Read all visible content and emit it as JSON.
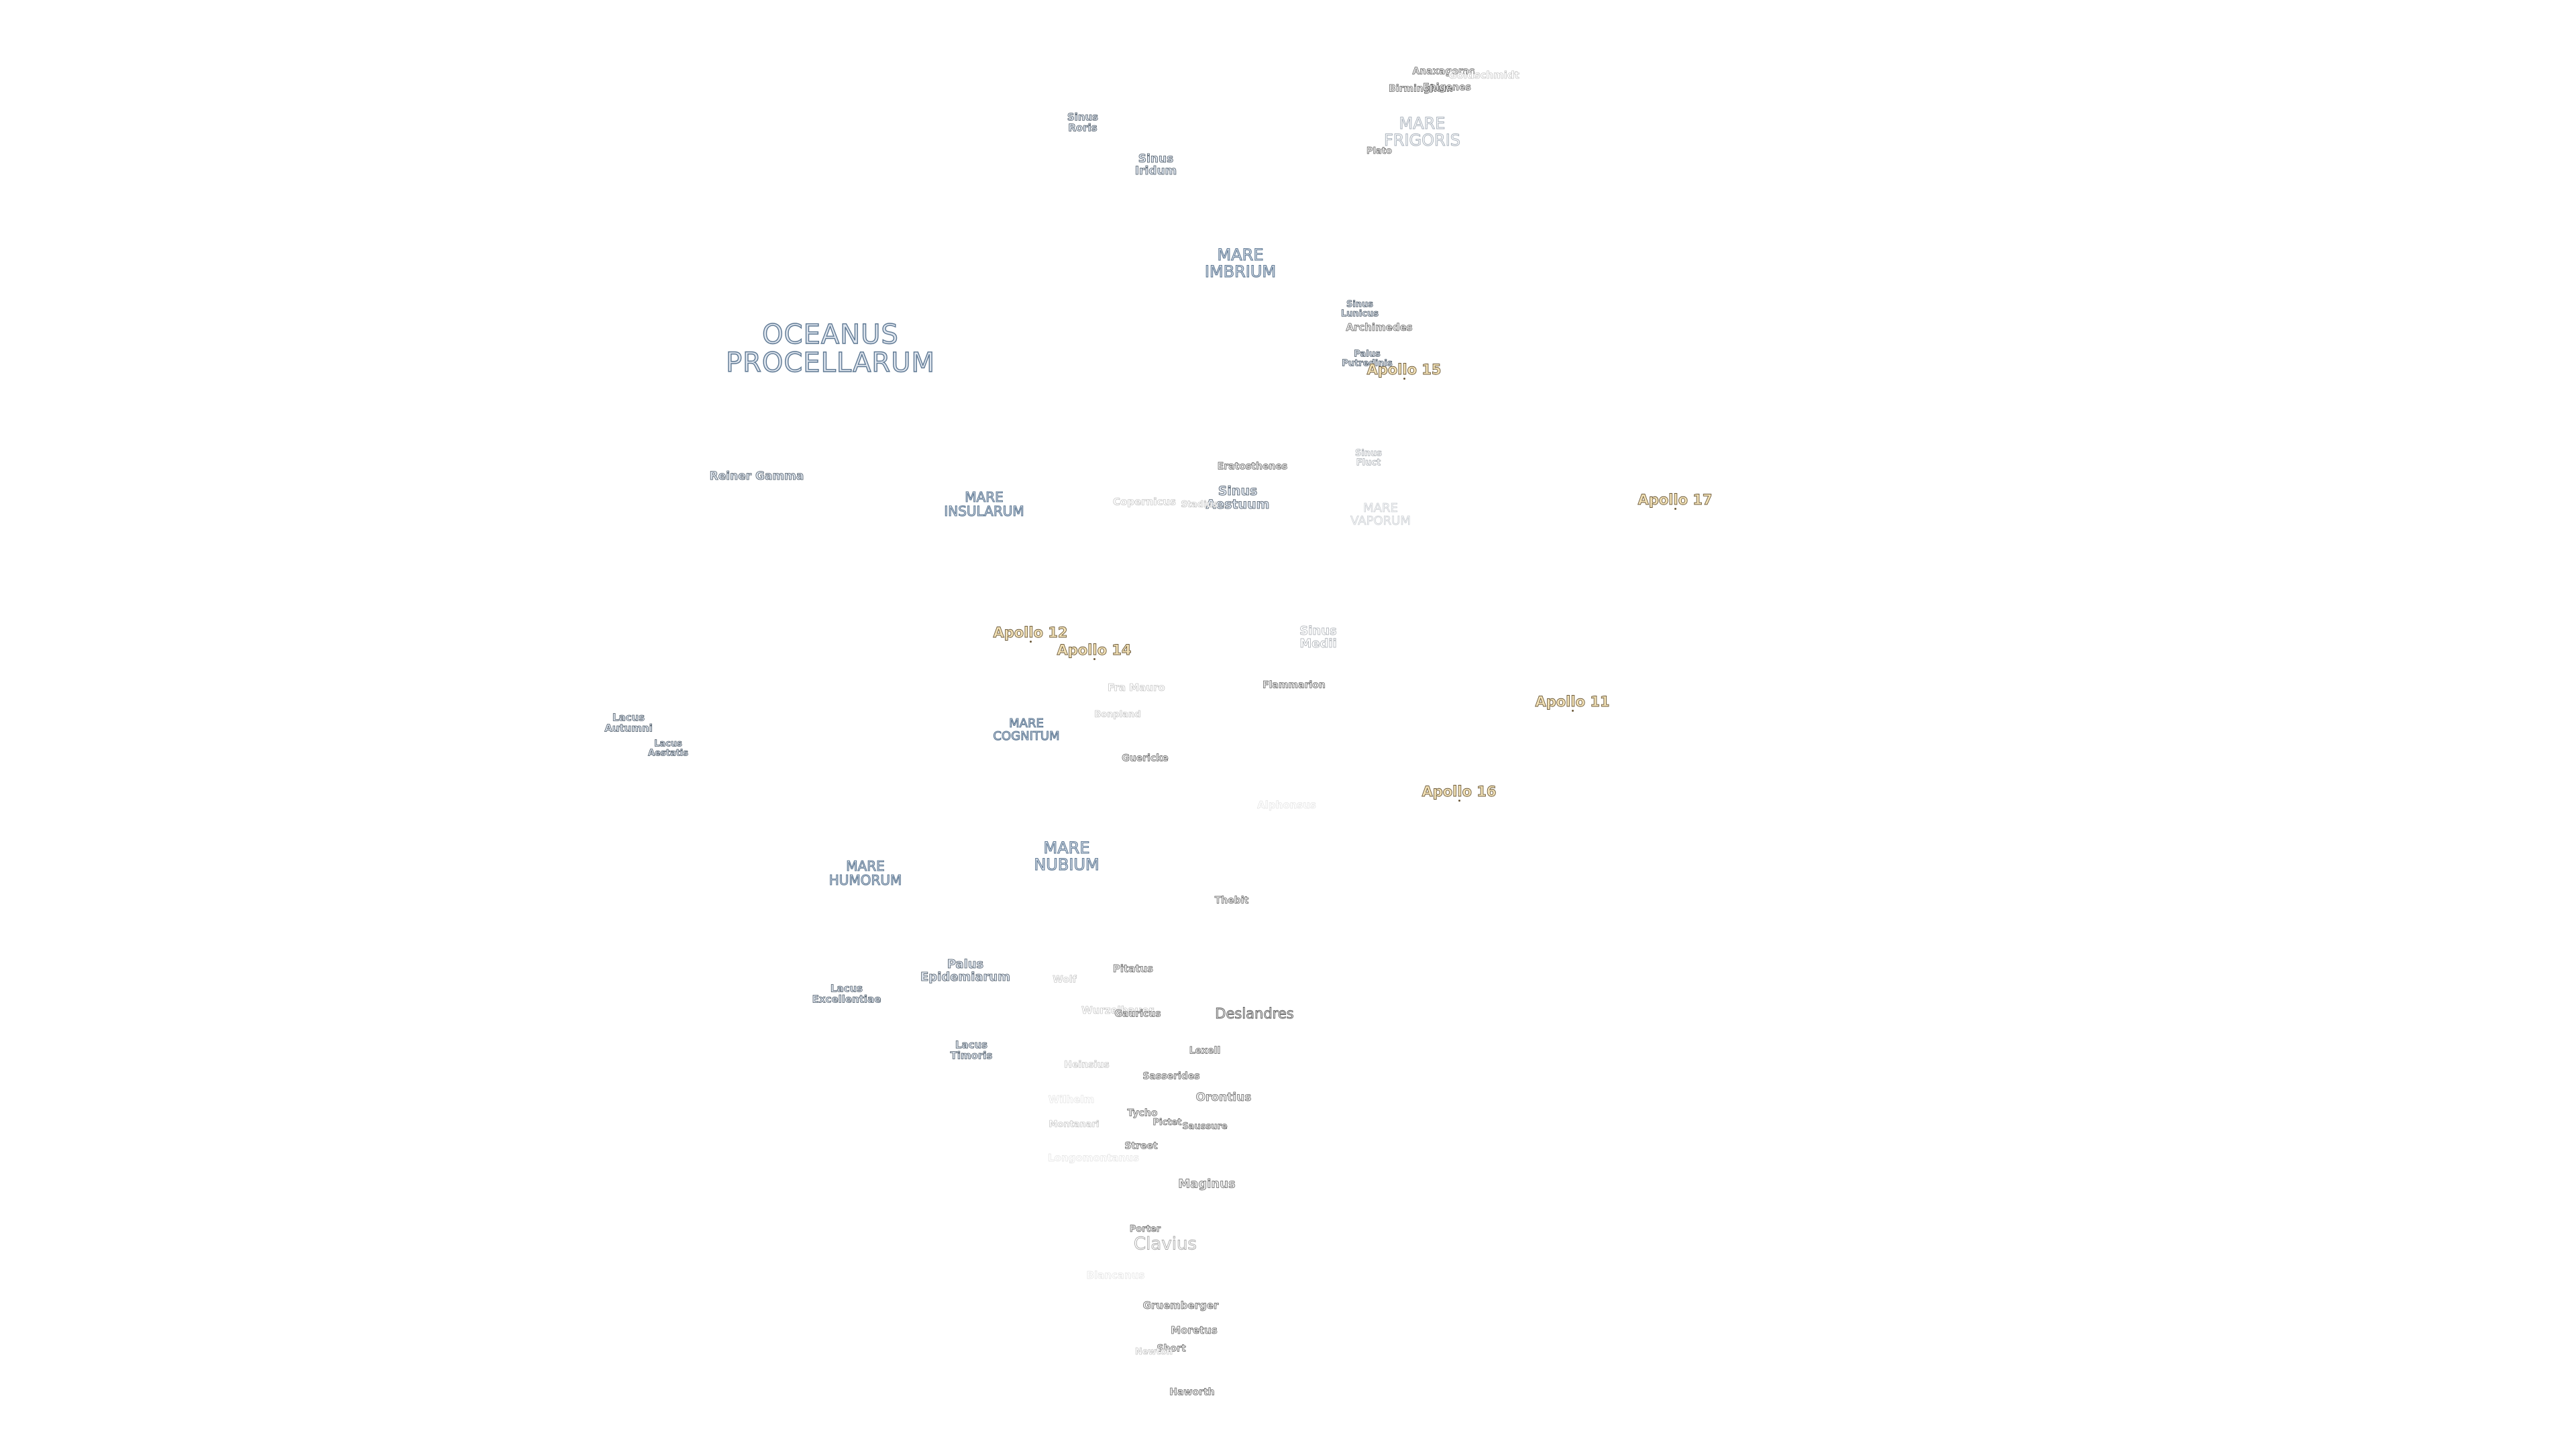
{
  "map": {
    "maria": {
      "oceanus_procellarum": "OCEANUS\nPROCELLARUM",
      "mare_imbrium": "MARE\nIMBRIUM",
      "mare_frigoris": "MARE\nFRIGORIS",
      "mare_insularum": "MARE\nINSULARUM",
      "mare_cognitum": "MARE\nCOGNITUM",
      "mare_nubium": "MARE\nNUBIUM",
      "mare_humorum": "MARE\nHUMORUM",
      "mare_vaporum": "MARE\nVAPORUM"
    },
    "small_features": {
      "sinus_roris": "Sinus\nRoris",
      "sinus_iridum": "Sinus\nIridum",
      "sinus_lunicus": "Sinus\nLunicus",
      "palus_putredinis": "Palus\nPutredinis",
      "sinus_aestuum": "Sinus\nAestuum",
      "sinus_fluct": "Sinus\nFluct",
      "sinus_medii": "Sinus\nMedii",
      "lacus_autumni": "Lacus\nAutumni",
      "lacus_aestatis": "Lacus\nAestatis",
      "palus_epidemiarum": "Palus\nEpidemiarum",
      "lacus_excellentiae": "Lacus\nExcellentiae",
      "lacus_timoris": "Lacus\nTimoris",
      "reiner_gamma": "Reiner Gamma"
    },
    "craters": {
      "anaxagoras": "Anaxagoras",
      "goldschmidt": "Goldschmidt",
      "birmingham": "Birmingham",
      "epigenes": "Epigenes",
      "plato": "Plato",
      "archimedes": "Archimedes",
      "eratosthenes": "Eratosthenes",
      "copernicus": "Copernicus",
      "stadius": "Stadius",
      "fra_mauro": "Fra Mauro",
      "bonpland": "Bonpland",
      "flammarion": "Flammarion",
      "guericke": "Guericke",
      "alphonsus": "Alphonsus",
      "thebit": "Thebit",
      "pitatus": "Pitatus",
      "wolf": "Wolf",
      "wurzelbauer": "Wurzelbauer",
      "gauricus": "Gauricus",
      "deslandres": "Deslandres",
      "lexell": "Lexell",
      "heinsius": "Heinsius",
      "sasserides": "Sasserides",
      "orontius": "Orontius",
      "wilhelm": "Wilhelm",
      "tycho": "Tycho",
      "pictet": "Pictet",
      "saussure": "Saussure",
      "montanari": "Montanari",
      "street": "Street",
      "longomontanus": "Longomontanus",
      "maginus": "Maginus",
      "porter": "Porter",
      "clavius": "Clavius",
      "blancanus": "Blancanus",
      "gruemberger": "Gruemberger",
      "moretus": "Moretus",
      "short": "Short",
      "newton": "Newton",
      "nasireddin": "Haworth"
    },
    "apollo_sites": {
      "apollo_15": "Apollo 15",
      "apollo_17": "Apollo 17",
      "apollo_12": "Apollo 12",
      "apollo_14": "Apollo 14",
      "apollo_11": "Apollo 11",
      "apollo_16": "Apollo 16"
    }
  }
}
